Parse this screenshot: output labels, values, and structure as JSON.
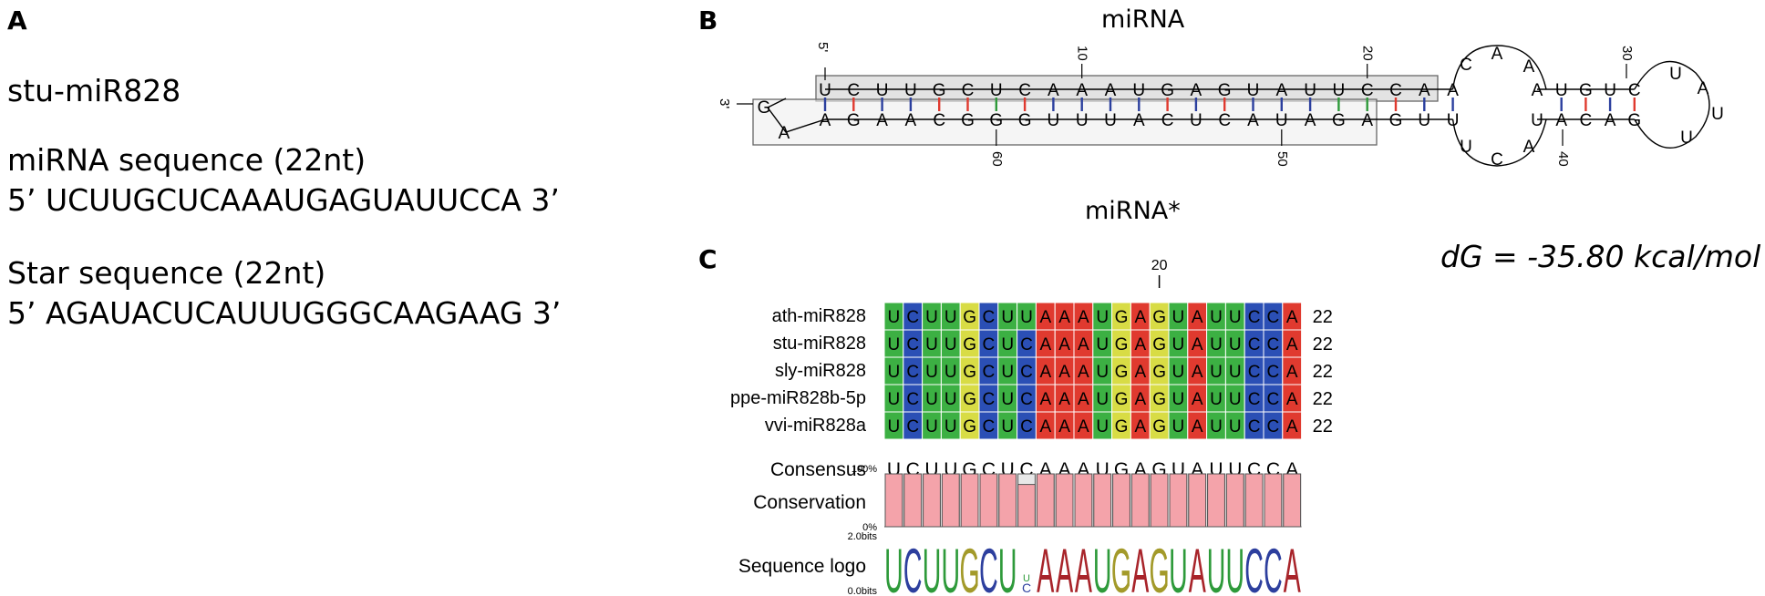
{
  "panelA": {
    "letter": "A",
    "name": "stu-miR828",
    "mirna_heading": "miRNA sequence (22nt)",
    "mirna_seq": "5’ UCUUGCUCAAAUGAGUAUUCCA 3’",
    "star_heading": "Star sequence (22nt)",
    "star_seq": "5’ AGAUACUCAUUUGGGCAAGAAG 3’"
  },
  "panelB": {
    "letter": "B",
    "top_label": "miRNA",
    "bottom_label": "miRNA*",
    "five_prime": "5'",
    "three_prime": "3'",
    "top_strand": [
      "U",
      "C",
      "U",
      "U",
      "G",
      "C",
      "U",
      "C",
      "A",
      "A",
      "A",
      "U",
      "G",
      "A",
      "G",
      "U",
      "A",
      "U",
      "U",
      "C",
      "C",
      "A",
      "A"
    ],
    "bottom_strand": [
      "A",
      "G",
      "A",
      "A",
      "C",
      "G",
      "G",
      "G",
      "U",
      "U",
      "U",
      "A",
      "C",
      "U",
      "C",
      "A",
      "U",
      "A",
      "G",
      "A",
      "G",
      "U",
      "U"
    ],
    "end_bases": [
      "G",
      "A"
    ],
    "loop_top": [
      "C",
      "A",
      "A"
    ],
    "loop_bottom": [
      "U",
      "C",
      "A"
    ],
    "stem2_top": [
      "A",
      "U",
      "G",
      "U",
      "C"
    ],
    "stem2_bottom": [
      "U",
      "A",
      "C",
      "A",
      "G"
    ],
    "hairpin": [
      "U",
      "A",
      "U",
      "U"
    ],
    "tick_labels_top": [
      "10",
      "20",
      "30"
    ],
    "tick_labels_bottom": [
      "60",
      "50",
      "40"
    ]
  },
  "panelC": {
    "letter": "C",
    "position_label": "20",
    "dg": "dG = -35.80 kcal/mol",
    "colors": {
      "U": "#3cb043",
      "C": "#2b4fb5",
      "G": "#d8dc45",
      "A": "#e03a2f",
      "conservation_bar": "#f4a3aa",
      "conservation_low": "#e8e8e8",
      "logo_U": "#2e9a3a",
      "logo_C": "#2d3f9e",
      "logo_G": "#a39a2a",
      "logo_A": "#a8242a"
    },
    "rows": [
      {
        "name": "ath-miR828",
        "seq": "UCUUGCUUAAAUGAGUAUUCCA",
        "count": "22"
      },
      {
        "name": "stu-miR828",
        "seq": "UCUUGCUCAAAUGAGUAUUCCA",
        "count": "22"
      },
      {
        "name": "sly-miR828",
        "seq": "UCUUGCUCAAAUGAGUAUUCCA",
        "count": "22"
      },
      {
        "name": "ppe-miR828b-5p",
        "seq": "UCUUGCUCAAAUGAGUAUUCCA",
        "count": "22"
      },
      {
        "name": "vvi-miR828a",
        "seq": "UCUUGCUCAAAUGAGUAUUCCA",
        "count": "22"
      }
    ],
    "consensus_label": "Consensus",
    "consensus": "UCUUGCUCAAAUGAGUAUUCCA",
    "conservation_label": "Conservation",
    "conservation_top": "100%",
    "conservation_bottom": "0%",
    "conservation_values": [
      100,
      100,
      100,
      100,
      100,
      100,
      100,
      80,
      100,
      100,
      100,
      100,
      100,
      100,
      100,
      100,
      100,
      100,
      100,
      100,
      100,
      100
    ],
    "logo_label": "Sequence logo",
    "logo_top": "2.0bits",
    "logo_bottom": "0.0bits"
  }
}
